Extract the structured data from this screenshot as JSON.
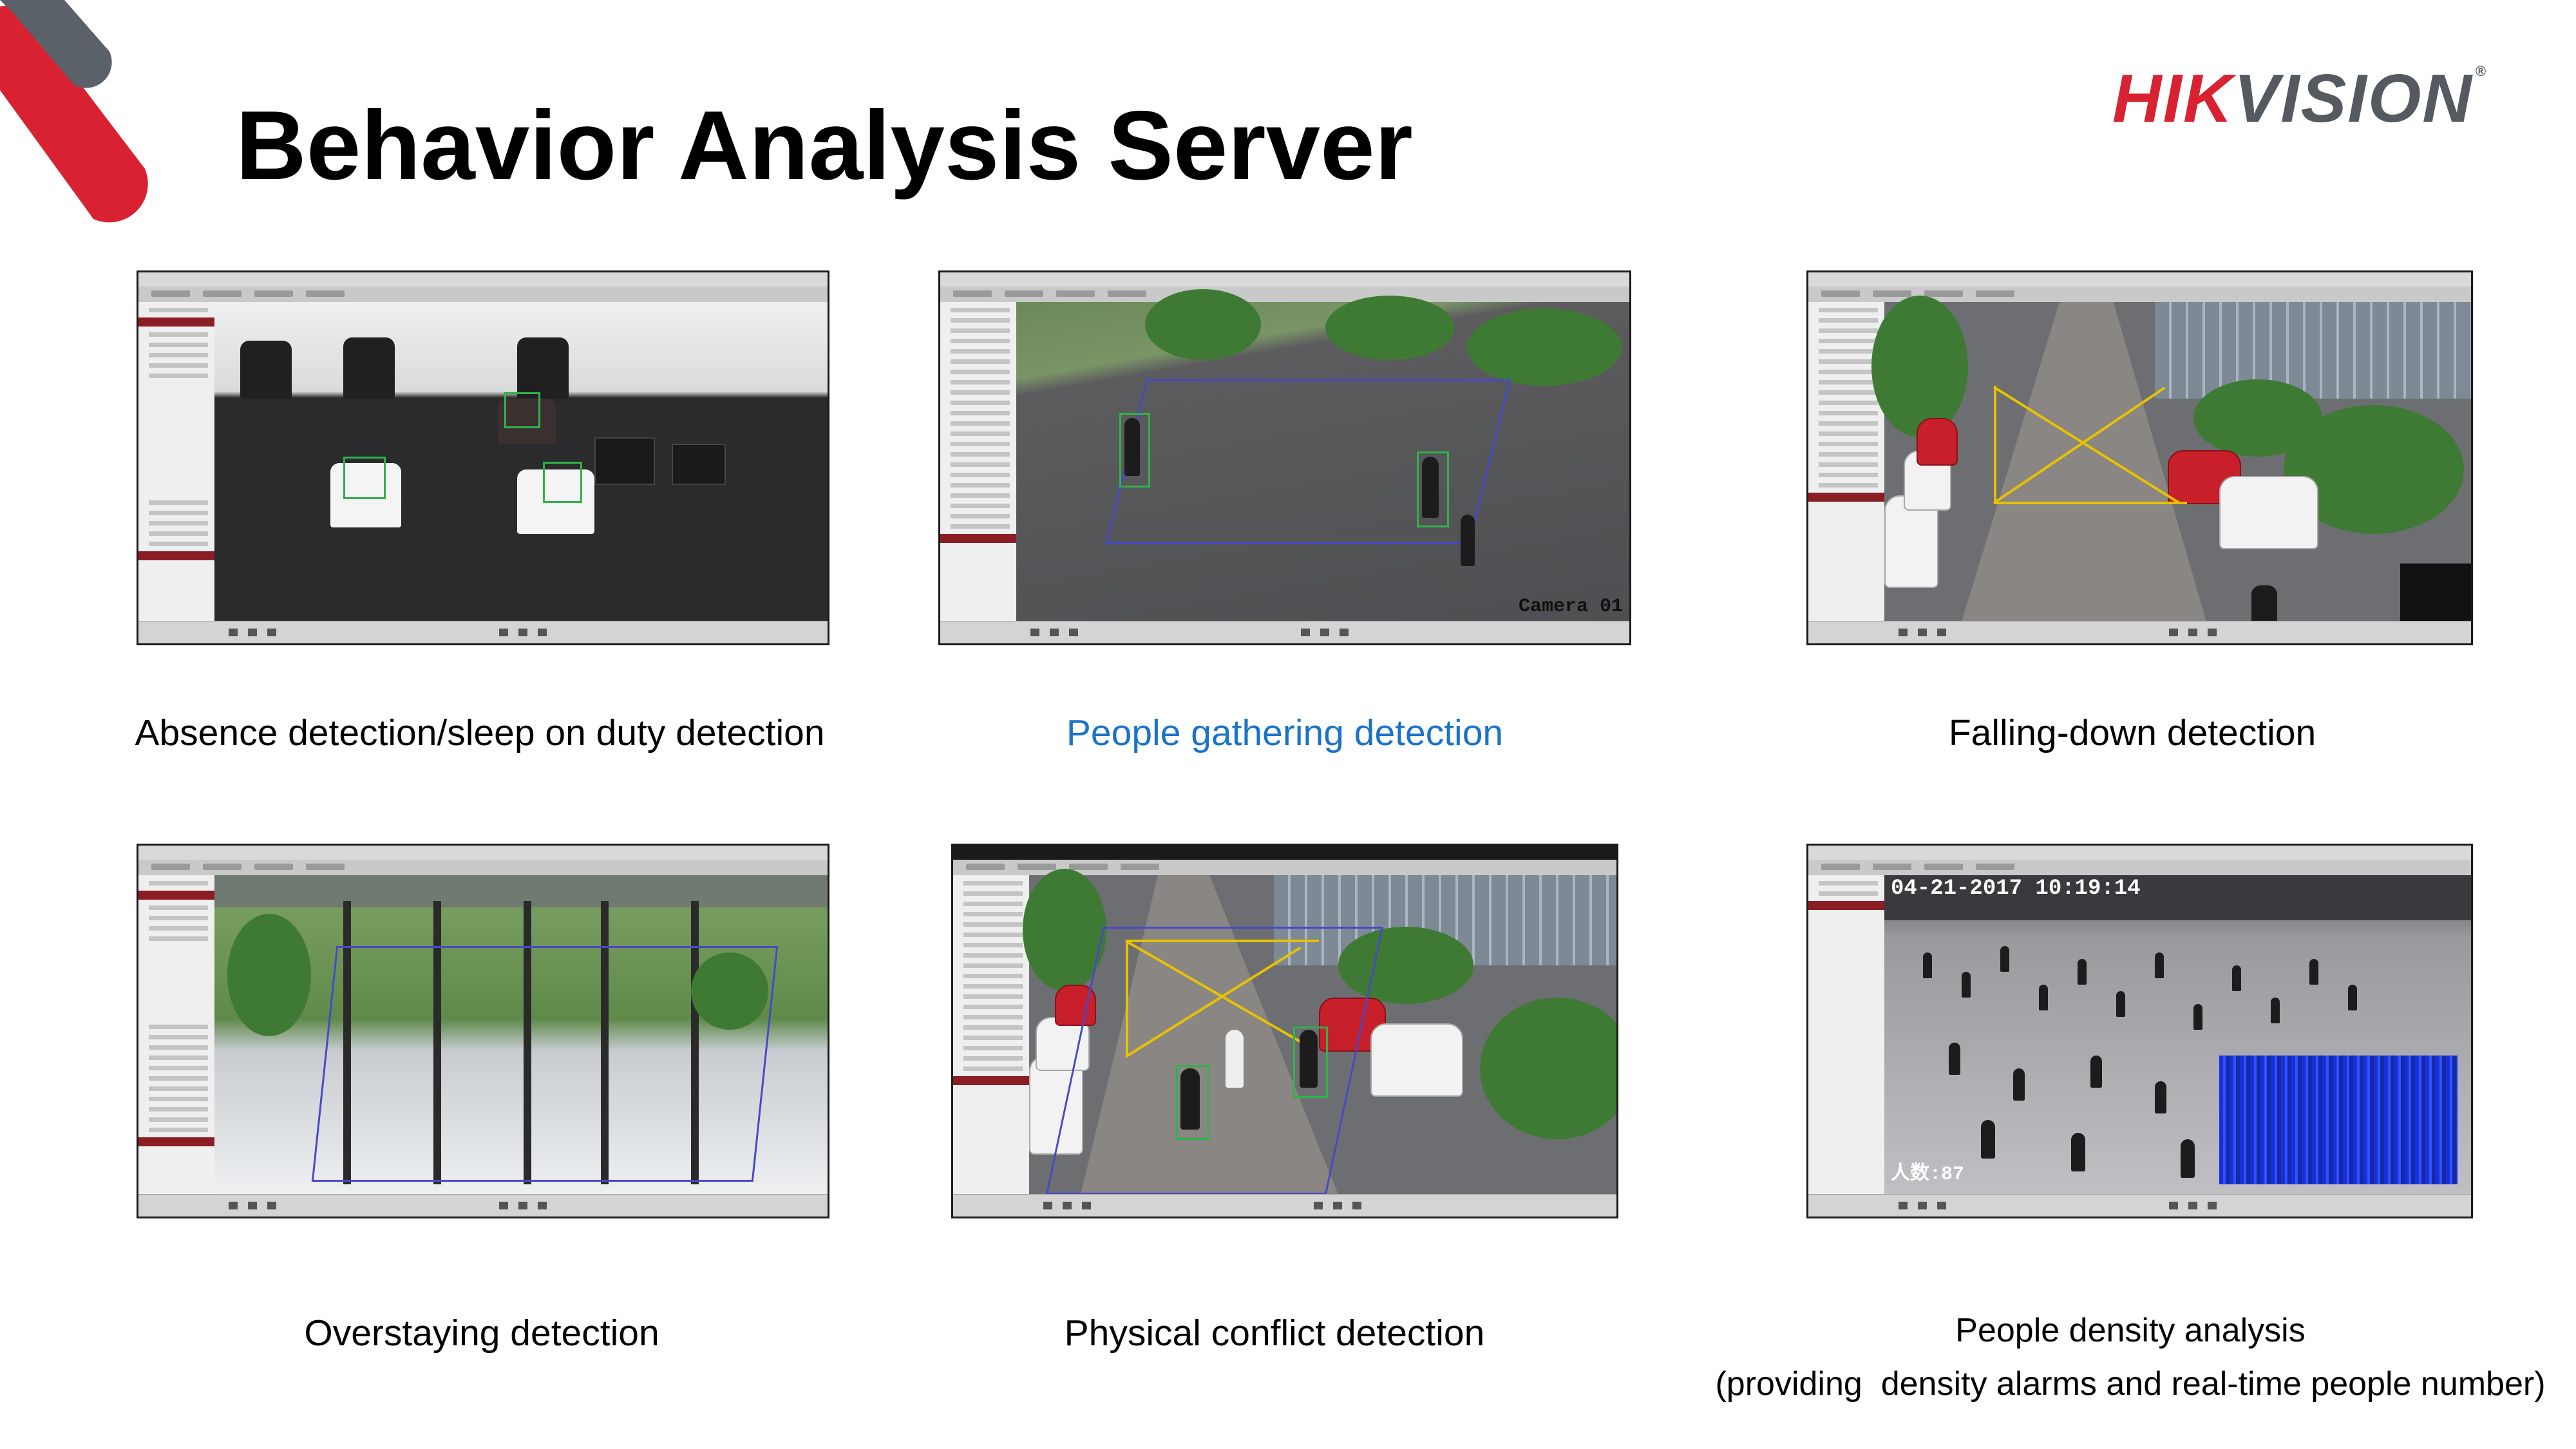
{
  "title": "Behavior Analysis Server",
  "logo": {
    "hik": "HIK",
    "vision": "VISION",
    "reg": "®"
  },
  "colors": {
    "brand_red": "#d92231",
    "brand_gray": "#555a60",
    "highlight_caption": "#1a73c8"
  },
  "panels": [
    {
      "caption": "Absence detection/sleep on duty detection"
    },
    {
      "caption": "People gathering detection"
    },
    {
      "caption": "Falling-down detection"
    },
    {
      "caption": "Overstaying detection"
    },
    {
      "caption": "Physical conflict detection"
    },
    {
      "caption": "People density analysis",
      "subcaption": "(providing  density alarms and real-time people number)"
    }
  ],
  "overlays": {
    "camera_label": "Camera 01",
    "timestamp": "04-21-2017  10:19:14",
    "people_count": "人数:87"
  }
}
